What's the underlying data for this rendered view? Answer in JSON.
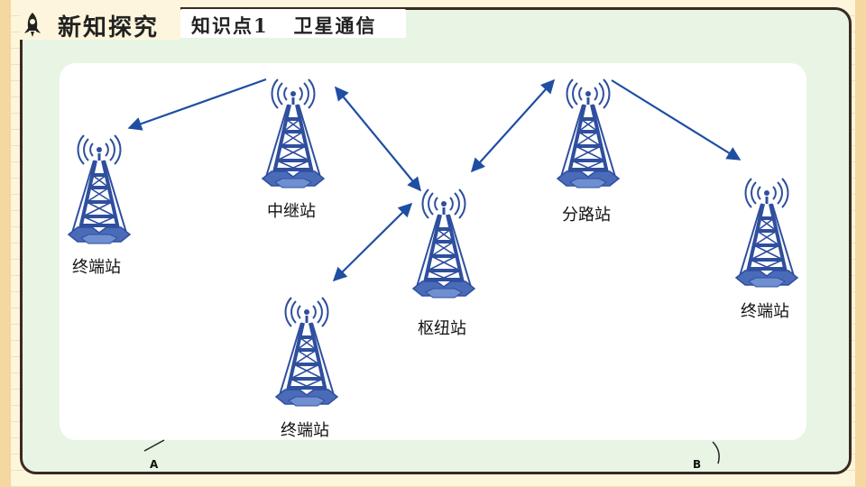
{
  "header": {
    "section_title": "新知探究",
    "topic_title": "知识点1   卫星通信"
  },
  "diagram": {
    "nodes": [
      {
        "id": "terminal-left",
        "label": "终端站"
      },
      {
        "id": "relay",
        "label": "中继站"
      },
      {
        "id": "hub",
        "label": "枢纽站"
      },
      {
        "id": "terminal-bottom",
        "label": "终端站"
      },
      {
        "id": "branch",
        "label": "分路站"
      },
      {
        "id": "terminal-right",
        "label": "终端站"
      }
    ],
    "edges": [
      {
        "from": "relay",
        "to": "terminal-left",
        "direction": "one-way"
      },
      {
        "from": "relay",
        "to": "hub",
        "direction": "two-way"
      },
      {
        "from": "hub",
        "to": "terminal-bottom",
        "direction": "two-way"
      },
      {
        "from": "hub",
        "to": "branch",
        "direction": "two-way"
      },
      {
        "from": "branch",
        "to": "terminal-right",
        "direction": "one-way"
      }
    ]
  },
  "markers": {
    "a": "A",
    "b": "B"
  },
  "colors": {
    "tower": "#2f4f9e",
    "arrow": "#1f4ea3",
    "frame": "#3a2a22",
    "panel_bg": "#e8f5e4"
  },
  "icons": {
    "header": "rocket-icon",
    "station": "radio-tower-icon"
  }
}
